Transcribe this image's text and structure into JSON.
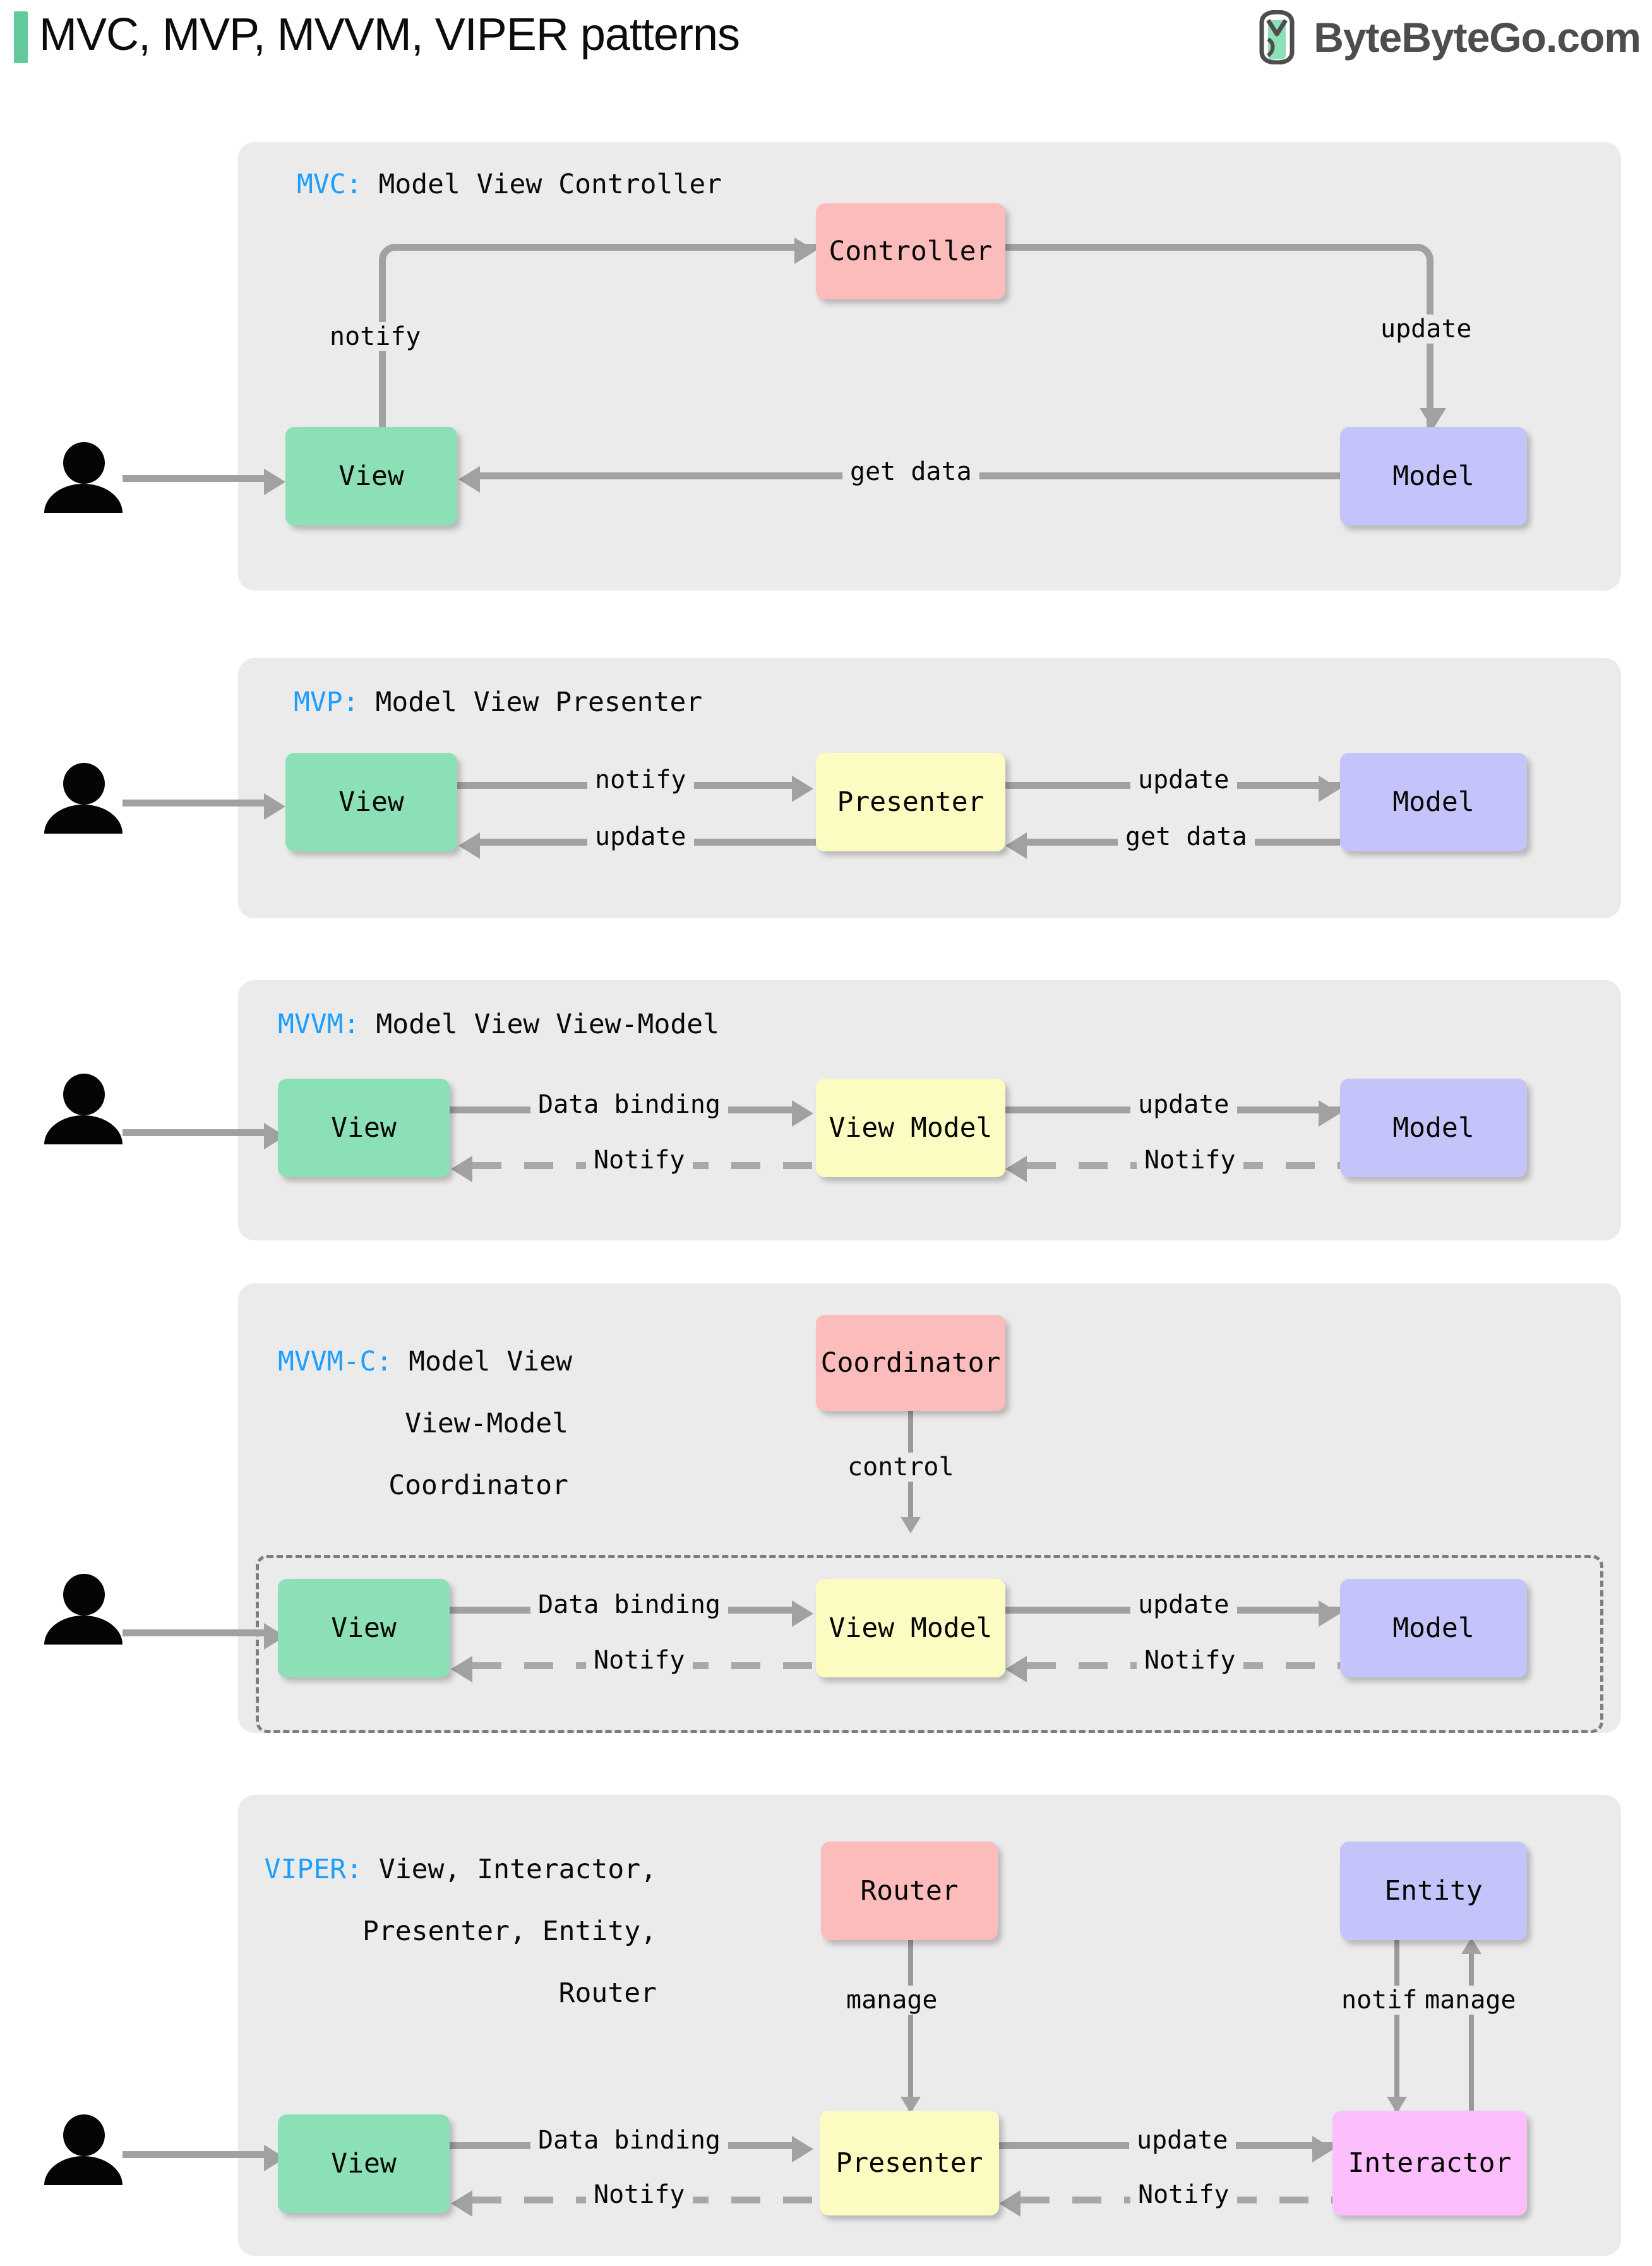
{
  "header": {
    "title": "MVC, MVP, MVVM, VIPER patterns",
    "brand_text": "ByteByteGo.com",
    "brand_logo_icon": "bytebytego-leaf-logo-icon",
    "accent_color": "#62C99B"
  },
  "colors": {
    "panel_bg": "#EBEBEB",
    "view": "#8BE0B5",
    "model": "#C4C4FB",
    "controller": "#FCBCBC",
    "presenter": "#FCFCC2",
    "interactor": "#FCBEFC",
    "edge": "#A1A1A1",
    "key_blue": "#1E9EFF"
  },
  "sections": [
    {
      "id": "mvc",
      "key": "MVC:",
      "expansion": " Model View Controller",
      "nodes": [
        {
          "id": "view",
          "label": "View"
        },
        {
          "id": "controller",
          "label": "Controller"
        },
        {
          "id": "model",
          "label": "Model"
        }
      ],
      "edges": [
        {
          "from": "view",
          "to": "controller",
          "label": "notify",
          "style": "solid"
        },
        {
          "from": "controller",
          "to": "model",
          "label": "update",
          "style": "solid"
        },
        {
          "from": "model",
          "to": "view",
          "label": "get data",
          "style": "solid"
        }
      ]
    },
    {
      "id": "mvp",
      "key": "MVP:",
      "expansion": " Model View Presenter",
      "nodes": [
        {
          "id": "view",
          "label": "View"
        },
        {
          "id": "presenter",
          "label": "Presenter"
        },
        {
          "id": "model",
          "label": "Model"
        }
      ],
      "edges": [
        {
          "from": "view",
          "to": "presenter",
          "label": "notify",
          "style": "solid"
        },
        {
          "from": "presenter",
          "to": "view",
          "label": "update",
          "style": "solid"
        },
        {
          "from": "presenter",
          "to": "model",
          "label": "update",
          "style": "solid"
        },
        {
          "from": "model",
          "to": "presenter",
          "label": "get data",
          "style": "solid"
        }
      ]
    },
    {
      "id": "mvvm",
      "key": "MVVM:",
      "expansion": " Model View View-Model",
      "nodes": [
        {
          "id": "view",
          "label": "View"
        },
        {
          "id": "viewmodel",
          "label": "View Model"
        },
        {
          "id": "model",
          "label": "Model"
        }
      ],
      "edges": [
        {
          "from": "view",
          "to": "viewmodel",
          "label": "Data binding",
          "style": "solid"
        },
        {
          "from": "viewmodel",
          "to": "view",
          "label": "Notify",
          "style": "dashed"
        },
        {
          "from": "viewmodel",
          "to": "model",
          "label": "update",
          "style": "solid"
        },
        {
          "from": "model",
          "to": "viewmodel",
          "label": "Notify",
          "style": "dashed"
        }
      ]
    },
    {
      "id": "mvvmc",
      "key": "MVVM-C:",
      "expansion": " Model View",
      "expansion_line2": "View-Model",
      "expansion_line3": "Coordinator",
      "nodes": [
        {
          "id": "coordinator",
          "label": "Coordinator"
        },
        {
          "id": "view",
          "label": "View"
        },
        {
          "id": "viewmodel",
          "label": "View Model"
        },
        {
          "id": "model",
          "label": "Model"
        }
      ],
      "edges": [
        {
          "from": "coordinator",
          "to": "group",
          "label": "control",
          "style": "solid"
        },
        {
          "from": "view",
          "to": "viewmodel",
          "label": "Data binding",
          "style": "solid"
        },
        {
          "from": "viewmodel",
          "to": "view",
          "label": "Notify",
          "style": "dashed"
        },
        {
          "from": "viewmodel",
          "to": "model",
          "label": "update",
          "style": "solid"
        },
        {
          "from": "model",
          "to": "viewmodel",
          "label": "Notify",
          "style": "dashed"
        }
      ]
    },
    {
      "id": "viper",
      "key": "VIPER:",
      "expansion": " View, Interactor,",
      "expansion_line2": "Presenter, Entity,",
      "expansion_line3": "Router",
      "nodes": [
        {
          "id": "router",
          "label": "Router"
        },
        {
          "id": "entity",
          "label": "Entity"
        },
        {
          "id": "view",
          "label": "View"
        },
        {
          "id": "presenter",
          "label": "Presenter"
        },
        {
          "id": "interactor",
          "label": "Interactor"
        }
      ],
      "edges": [
        {
          "from": "router",
          "to": "presenter",
          "label": "manage",
          "style": "solid"
        },
        {
          "from": "entity",
          "to": "interactor",
          "label": "notify",
          "style": "solid"
        },
        {
          "from": "interactor",
          "to": "entity",
          "label": "manage",
          "style": "solid"
        },
        {
          "from": "view",
          "to": "presenter",
          "label": "Data binding",
          "style": "solid"
        },
        {
          "from": "presenter",
          "to": "view",
          "label": "Notify",
          "style": "dashed"
        },
        {
          "from": "presenter",
          "to": "interactor",
          "label": "update",
          "style": "solid"
        },
        {
          "from": "interactor",
          "to": "presenter",
          "label": "Notify",
          "style": "dashed"
        }
      ]
    }
  ]
}
